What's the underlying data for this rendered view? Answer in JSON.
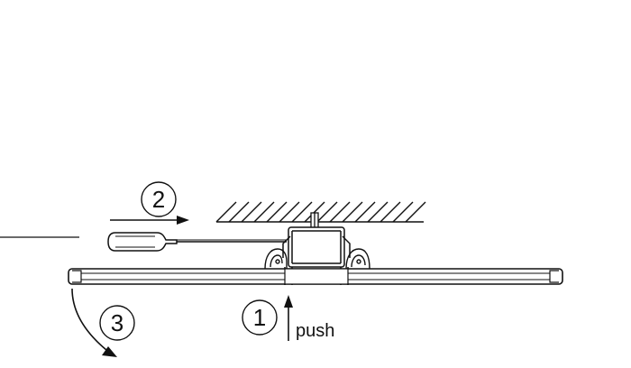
{
  "steps": [
    {
      "number": "1",
      "label": "push"
    },
    {
      "number": "2"
    },
    {
      "number": "3"
    }
  ],
  "colors": {
    "line": "#111111",
    "background": "#ffffff"
  },
  "icons": [
    "screwdriver-icon",
    "ceiling-hatch",
    "panel",
    "mounting-bracket"
  ]
}
